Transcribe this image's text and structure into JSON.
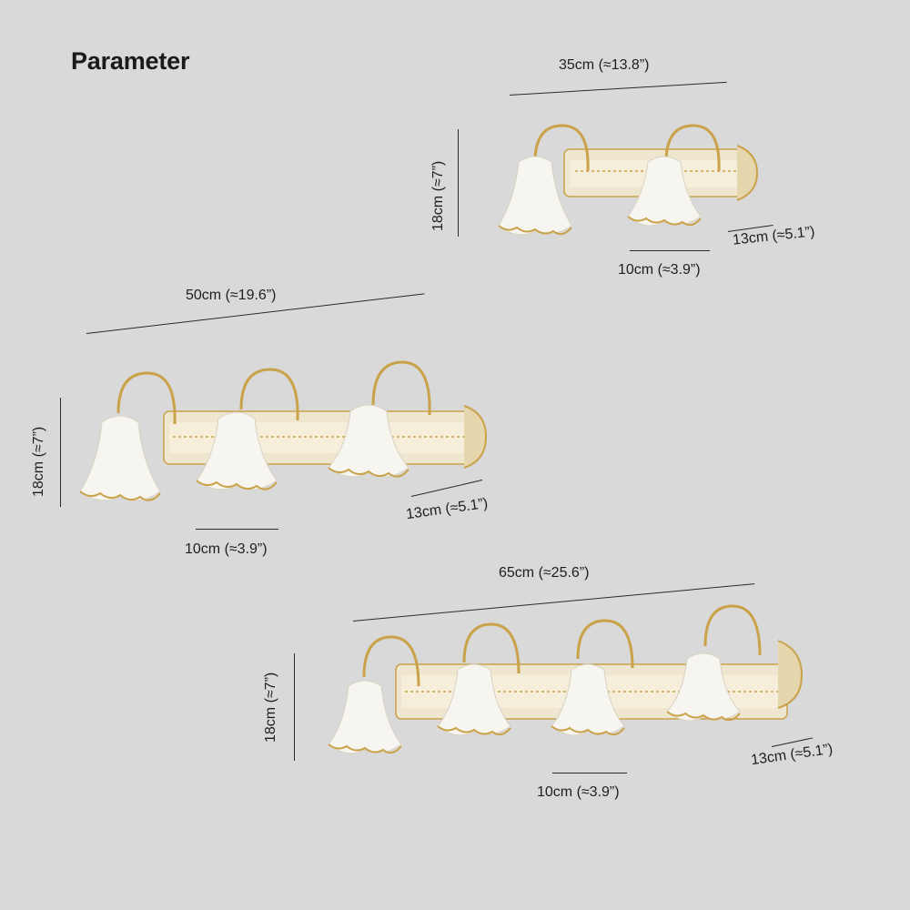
{
  "title": "Parameter",
  "fixtures": [
    {
      "lights": 2,
      "width_label": "35cm (≈13.8”)",
      "height_label": "18cm (≈7”)",
      "shade_width_label": "10cm (≈3.9”)",
      "depth_label": "13cm (≈5.1”)"
    },
    {
      "lights": 3,
      "width_label": "50cm (≈19.6”)",
      "height_label": "18cm (≈7”)",
      "shade_width_label": "10cm (≈3.9”)",
      "depth_label": "13cm (≈5.1”)"
    },
    {
      "lights": 4,
      "width_label": "65cm (≈25.6”)",
      "height_label": "18cm (≈7”)",
      "shade_width_label": "10cm (≈3.9”)",
      "depth_label": "13cm (≈5.1”)"
    }
  ],
  "colors": {
    "background": "#d9d9d9",
    "backplate": "#efe6cf",
    "gold": "#c9a24a",
    "glass": "#f7f5ef"
  }
}
